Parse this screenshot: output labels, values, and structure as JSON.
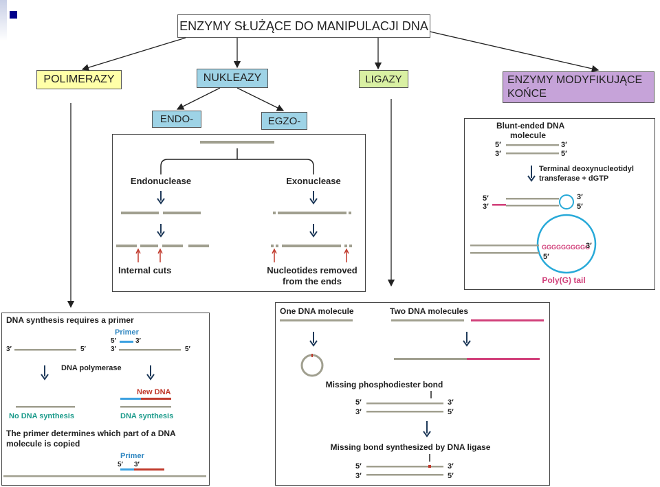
{
  "title": "ENZYMY SŁUŻĄCE DO MANIPULACJI DNA",
  "categories": {
    "polimerazy": "POLIMERAZY",
    "nukleazy": "NUKLEAZY",
    "ligazy": "LIGAZY",
    "modyfikujace_line1": "ENZYMY MODYFIKUJĄCE",
    "modyfikujace_line2": "KOŃCE"
  },
  "nuclease_types": {
    "endo": "ENDO-",
    "egzo": "EGZO-"
  },
  "nuclease_panel": {
    "endonuclease": "Endonuclease",
    "exonuclease": "Exonuclease",
    "internal_cuts": "Internal cuts",
    "nucleotides_removed_1": "Nucleotides removed",
    "nucleotides_removed_2": "from the ends"
  },
  "modifying_panel": {
    "blunt_1": "Blunt-ended DNA",
    "blunt_2": "molecule",
    "tdt_1": "Terminal deoxynucleotidyl",
    "tdt_2": "transferase + dGTP",
    "gtail": "GGGGGGGGGG",
    "polyg": "Poly(G) tail",
    "p5": "5′",
    "p3": "3′"
  },
  "polymerase_panel": {
    "heading": "DNA synthesis requires a primer",
    "primer": "Primer",
    "dna_polymerase": "DNA polymerase",
    "new_dna": "New DNA",
    "no_synthesis": "No DNA synthesis",
    "synthesis": "DNA synthesis",
    "primer_note_1": "The primer determines which part of a DNA",
    "primer_note_2": "molecule is copied",
    "p5": "5′",
    "p3": "3′"
  },
  "ligase_panel": {
    "one_molecule": "One DNA molecule",
    "two_molecules": "Two DNA molecules",
    "missing_bond": "Missing phosphodiester bond",
    "bond_synthesized": "Missing bond synthesized by DNA ligase",
    "p5": "5′",
    "p3": "3′"
  },
  "colors": {
    "polimerazy_bg": "#ffffa8",
    "nukleazy_bg": "#9ed3e6",
    "endo_bg": "#9ed3e6",
    "ligazy_bg": "#d9f0a3",
    "modyfikujace_bg": "#c6a3d9",
    "dna_gray": "#a09f8f",
    "blue": "#3aa0e0",
    "red": "#c0392b",
    "magenta": "#d1407a",
    "teal": "#1a9a8a",
    "cyan_circle": "#27a9d8"
  }
}
